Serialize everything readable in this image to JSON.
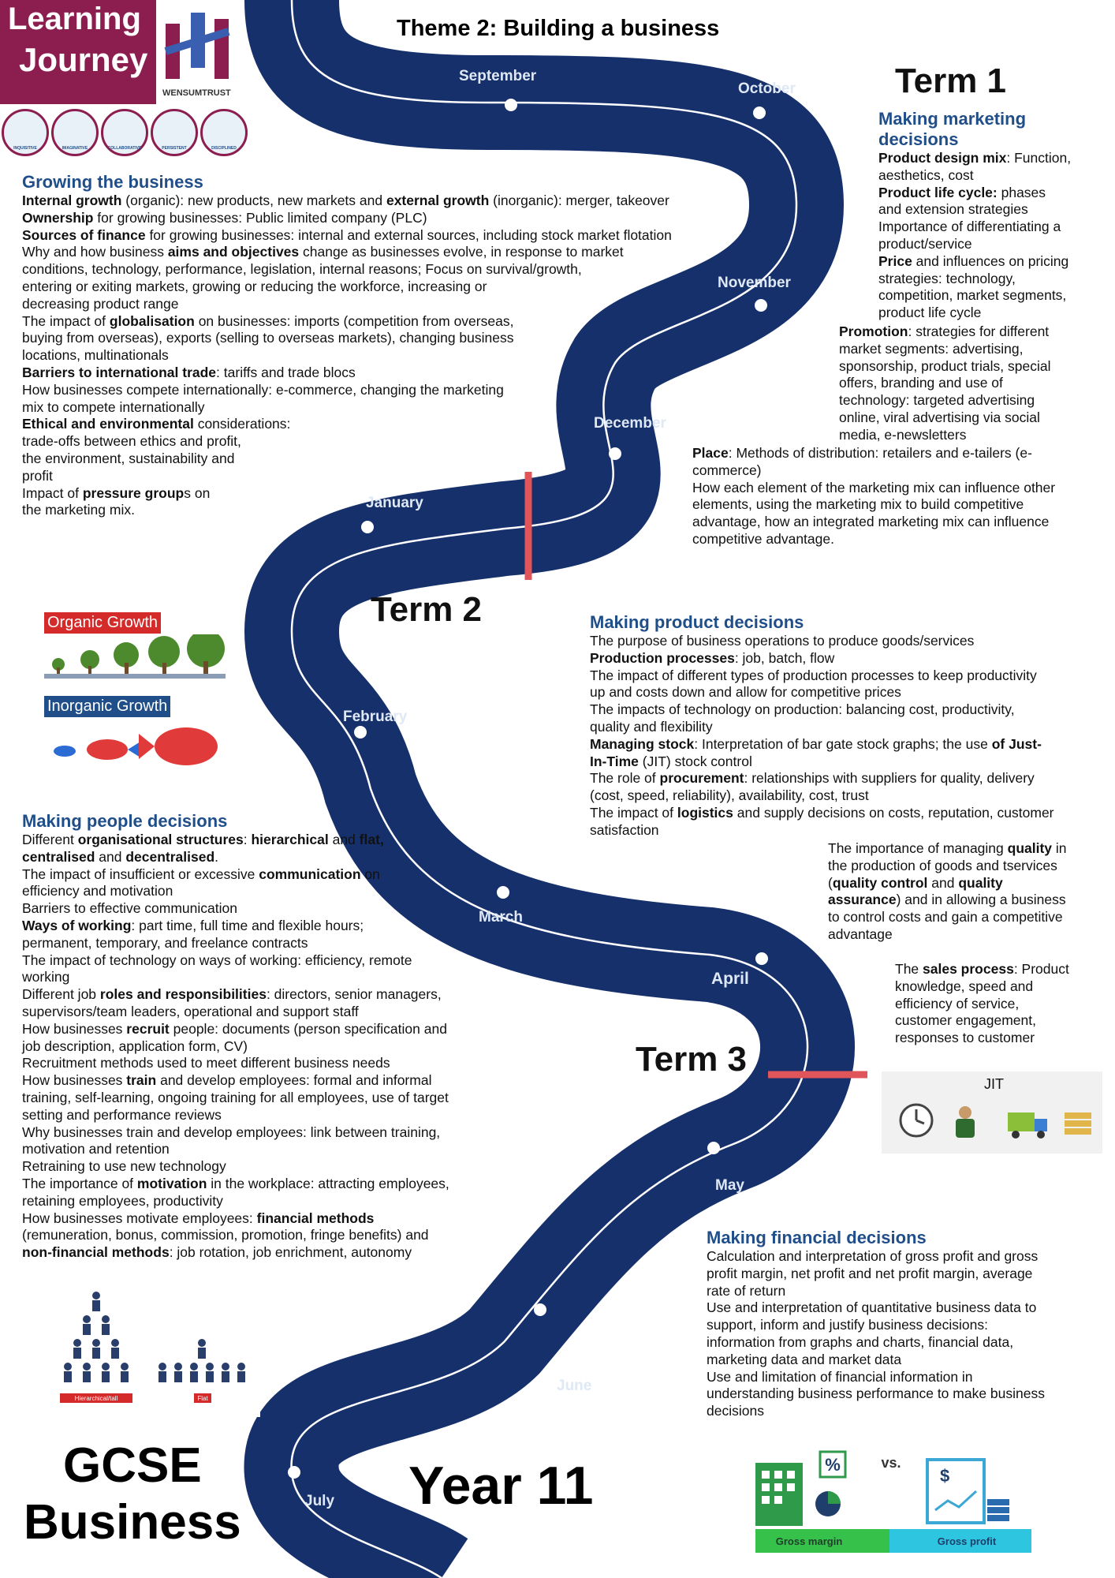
{
  "header": {
    "logo_line1": "Learning",
    "logo_line2": "Journey",
    "trust_name": "WENSUMTRUST",
    "theme_title": "Theme 2: Building a business"
  },
  "badges": [
    "INQUISITIVE",
    "IMAGINATIVE",
    "COLLABORATIVE",
    "PERSISTENT",
    "DISCIPLINED"
  ],
  "terms": {
    "term1": "Term 1",
    "term2": "Term 2",
    "term3": "Term 3"
  },
  "months": [
    "September",
    "October",
    "November",
    "December",
    "January",
    "February",
    "March",
    "April",
    "May",
    "June",
    "July"
  ],
  "growing": {
    "title": "Growing the business",
    "lines": [
      "<b>Internal growth</b> (organic): new products, new markets and <b>external growth</b> (inorganic): merger, takeover",
      "<b>Ownership</b> for growing businesses: Public limited company (PLC)",
      "<b>Sources of finance</b> for growing businesses: internal and external sources, including stock market flotation",
      "Why and how business <b>aims and objectives</b> change as businesses evolve, in response to market",
      "conditions, technology, performance, legislation, internal reasons; Focus on survival/growth,",
      "entering or exiting markets, growing or reducing the workforce, increasing or",
      "decreasing product range",
      "The impact of <b>globalisation</b> on businesses: imports (competition from overseas,",
      "buying from overseas), exports (selling to overseas markets), changing business",
      "locations, multinationals",
      "<b>Barriers to international trade</b>: tariffs and trade blocs",
      "How businesses compete internationally: e-commerce, changing the marketing",
      "mix to compete internationally",
      "<b>Ethical and environmental</b> considerations:",
      "trade-offs between ethics and profit,",
      "the environment, sustainability and",
      "profit",
      "Impact of <b>pressure group</b>s on",
      "the marketing mix."
    ]
  },
  "marketing": {
    "title_line1": "Making marketing",
    "title_line2": "decisions",
    "lines_a": [
      "<b>Product design mix</b>: Function,",
      "aesthetics, cost",
      "<b>Product life cycle:</b> phases",
      "and extension strategies",
      "Importance of differentiating a",
      "product/service",
      "<b>Price</b> and influences on pricing",
      "strategies: technology,",
      "competition, market segments,",
      "product life cycle"
    ],
    "lines_b": [
      "<b>Promotion</b>: strategies for different",
      "market segments: advertising,",
      "sponsorship, product trials, special",
      "offers, branding and use of",
      "technology: targeted advertising",
      "online, viral advertising via social",
      "media, e-newsletters"
    ],
    "lines_c": [
      "<b>Place</b>: Methods of distribution: retailers and e-tailers (e-",
      "commerce)",
      "How each element of the marketing mix can influence other",
      "elements, using the marketing mix to build competitive",
      "advantage, how an integrated marketing mix can influence",
      "competitive advantage."
    ]
  },
  "growth_image": {
    "organic": "Organic Growth",
    "inorganic": "Inorganic Growth"
  },
  "product": {
    "title": "Making product decisions",
    "lines": [
      "The purpose of business operations to produce goods/services",
      "<b>Production processes</b>: job, batch, flow",
      "The impact of different types of production processes to keep productivity",
      "up and costs down and allow for competitive prices",
      "The impacts of technology on production: balancing cost, productivity,",
      "quality and flexibility",
      "<b>Managing stock</b>: Interpretation of bar gate stock graphs; the use <b>of Just-</b>",
      "<b>In-Time</b> (JIT) stock control",
      "The role of <b>procurement</b>: relationships with suppliers for quality, delivery",
      "(cost, speed, reliability), availability, cost, trust",
      "The impact of <b>logistics</b> and supply decisions on costs, reputation, customer",
      "satisfaction"
    ],
    "quality_lines": [
      "The importance of managing <b>quality</b> in",
      "the production of goods and tservices",
      "(<b>quality control</b> and <b>quality</b>",
      "<b>assurance</b>) and in allowing a business",
      "to control costs and gain a competitive",
      "advantage"
    ],
    "sales_lines": [
      "The <b>sales process</b>: Product",
      "knowledge, speed and",
      "efficiency of service,",
      "customer engagement,",
      "responses to customer"
    ],
    "jit_label": "JIT"
  },
  "people": {
    "title": "Making people decisions",
    "lines": [
      "Different <b>organisational structures</b>: <b>hierarchical</b> and <b>flat,</b>",
      "<b>centralised</b> and <b>decentralised</b>.",
      "The impact of insufficient or excessive <b>communication</b> on",
      "efficiency and motivation",
      "Barriers to effective communication",
      "<b>Ways of working</b>: part time, full time and flexible hours;",
      "permanent, temporary, and freelance contracts",
      "The impact of technology on ways of working: efficiency, remote",
      "working",
      "Different job <b>roles and responsibilities</b>: directors, senior managers,",
      "supervisors/team leaders, operational and support staff",
      "How businesses <b>recruit</b> people: documents (person specification and",
      "job description, application form, CV)",
      "Recruitment methods used to meet different business needs",
      "How businesses <b>train</b> and develop employees: formal and informal",
      "training, self-learning, ongoing training for all employees, use of target",
      "setting and performance reviews",
      "Why businesses train and develop employees: link between training,",
      "motivation and retention",
      "Retraining to use new technology",
      "The importance of <b>motivation</b> in the workplace: attracting employees,",
      "retaining employees, productivity",
      "How businesses motivate employees: <b>financial methods</b>",
      "(remuneration, bonus, commission, promotion, fringe benefits) and",
      "<b>non-financial methods</b>: job rotation, job enrichment, autonomy"
    ]
  },
  "org_image": {
    "hier_label": "Hierarchical/tall",
    "flat_label": "Flat"
  },
  "financial": {
    "title": "Making financial decisions",
    "lines": [
      "Calculation and interpretation of gross profit and gross",
      "profit margin, net profit and net profit margin, average",
      "rate of return",
      "Use and interpretation of quantitative business data to",
      "support, inform and justify business decisions:",
      "information from graphs and charts, financial data,",
      "marketing data and market data",
      "Use and limitation of financial information in",
      "understanding business performance to make business",
      "decisions"
    ]
  },
  "profit_image": {
    "vs": "vs.",
    "margin_label": "Gross margin",
    "profit_label": "Gross profit",
    "percent": "%"
  },
  "footer": {
    "gcse": "GCSE",
    "business": "Business",
    "year": "Year 11"
  },
  "colors": {
    "road": "#16306b",
    "accent": "#8c1d4f",
    "heading": "#1f4e89",
    "marker": "#e0555a"
  }
}
